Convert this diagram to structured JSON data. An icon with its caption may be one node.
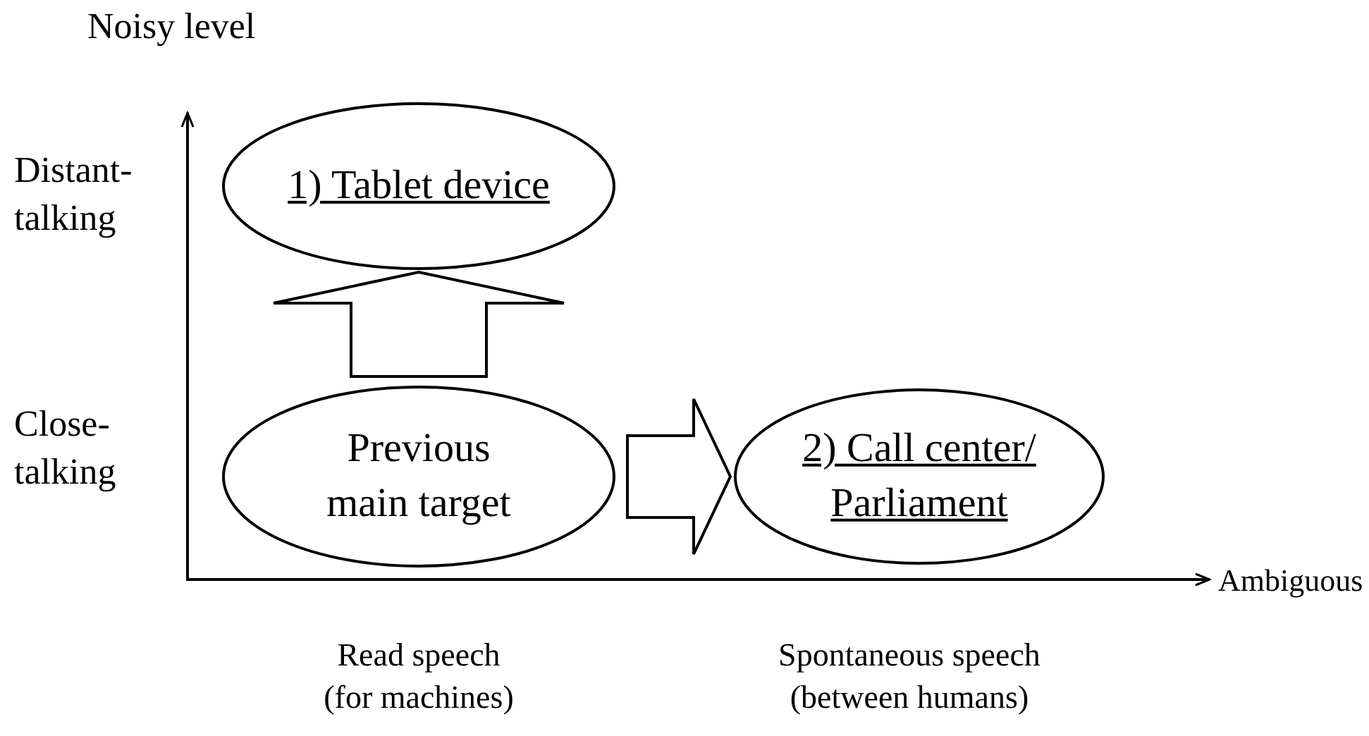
{
  "diagram": {
    "nodes": [
      {
        "text": [
          "1) Tablet device"
        ]
      },
      {
        "text": [
          "Previous main target"
        ]
      },
      {
        "text": [
          "2) Call center/ Parliament"
        ]
      }
    ],
    "edges": [
      {
        "from": 1,
        "to": 0,
        "arrow": "to"
      },
      {
        "from": 1,
        "to": 2,
        "arrow": "to"
      }
    ],
    "labels": [
      "Noisy level",
      "Distant-talking",
      "Close-talking",
      "Ambiguous",
      "Read speech (for machines)",
      "Spontaneous speech (between humans)"
    ]
  }
}
